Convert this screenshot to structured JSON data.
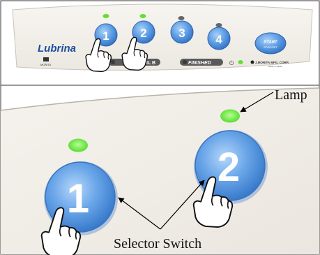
{
  "panel": {
    "brand": "Lubrina",
    "maker": "MORITA",
    "buttons": [
      {
        "label": "1",
        "lamp_color": "#66dd33"
      },
      {
        "label": "2",
        "lamp_color": "#66dd33"
      },
      {
        "label": "3",
        "lamp_color": "#666666"
      },
      {
        "label": "4",
        "lamp_color": "#666666"
      }
    ],
    "start_line1": "START",
    "start_line2": "STOP/SET",
    "oil_label_a": "OI",
    "oil_label_b": "IL B",
    "finished_label": "FINISHED",
    "power_symbol": "⏻",
    "manufacturer": "J.MORITA MFG. CORP.",
    "manufacturer_sub": "Made in Japan"
  },
  "detail": {
    "button_1_label": "1",
    "button_2_label": "2",
    "lamp_color": "#55ee33"
  },
  "annotations": {
    "lamp": "Lamp",
    "selector_switch": "Selector Switch"
  },
  "colors": {
    "button_blue": "#4a8edb",
    "lamp_green": "#55ee33",
    "panel_bg": "#f4f1ec"
  }
}
